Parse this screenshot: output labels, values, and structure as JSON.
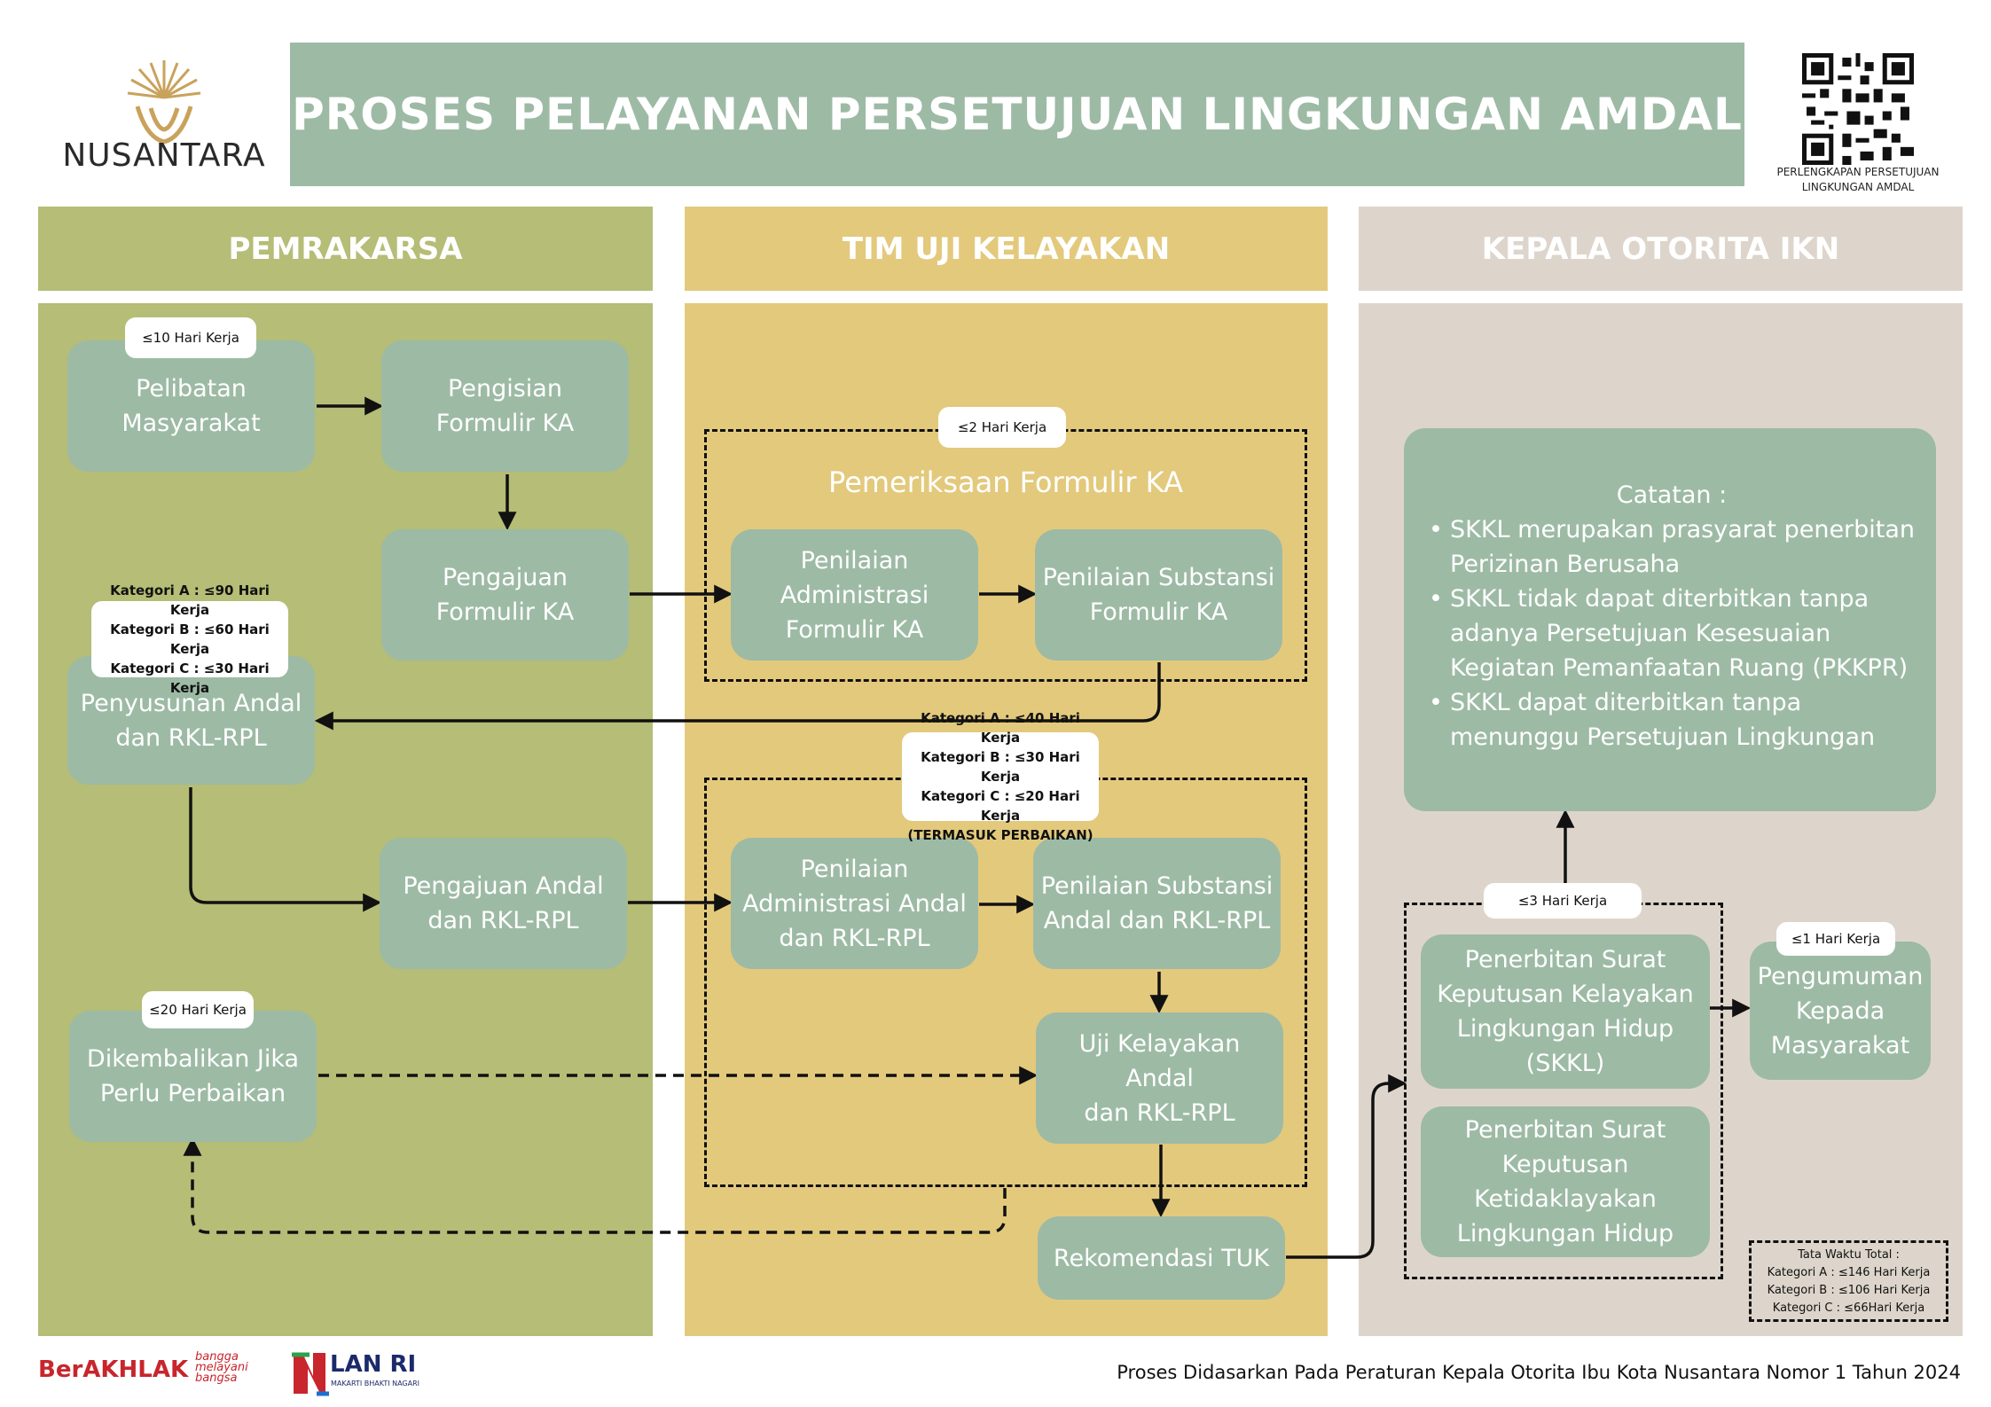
{
  "header": {
    "title": "PROSES PELAYANAN PERSETUJUAN LINGKUNGAN AMDAL",
    "logo_text": "NUSANTARA",
    "qr_caption": "PERLENGKAPAN PERSETUJUAN\nLINGKUNGAN AMDAL"
  },
  "columns": {
    "pemrakarsa": "PEMRAKARSA",
    "tim": "TIM UJI KELAYAKAN",
    "kepala": "KEPALA OTORITA IKN"
  },
  "boxes": {
    "pelibatan": "Pelibatan\nMasyarakat",
    "pengisian": "Pengisian\nFormulir KA",
    "pengajuan_ka": "Pengajuan\nFormulir KA",
    "penyusunan": "Penyusunan Andal\ndan RKL-RPL",
    "pengajuan_andal": "Pengajuan Andal\ndan RKL-RPL",
    "dikembalikan": "Dikembalikan Jika\nPerlu Perbaikan",
    "adm_ka": "Penilaian\nAdministrasi\nFormulir KA",
    "sub_ka": "Penilaian Substansi\nFormulir KA",
    "adm_andal": "Penilaian\nAdministrasi Andal\ndan RKL-RPL",
    "sub_andal": "Penilaian Substansi\nAndal dan RKL-RPL",
    "uji": "Uji Kelayakan Andal\ndan RKL-RPL",
    "rekomendasi": "Rekomendasi TUK",
    "skkl": "Penerbitan Surat\nKeputusan Kelayakan\nLingkungan Hidup\n(SKKL)",
    "ketidak": "Penerbitan Surat\nKeputusan\nKetidaklayakan\nLingkungan Hidup",
    "pengumuman": "Pengumuman\nKepada\nMasyarakat"
  },
  "groups": {
    "pemeriksaan_ka": "Pemeriksaan Formulir KA"
  },
  "tags": {
    "pelibatan": "≤10 Hari Kerja",
    "pemeriksaan": "≤2 Hari Kerja",
    "penyusunan": "Kategori A : ≤90 Hari Kerja\nKategori B : ≤60 Hari Kerja\nKategori C : ≤30 Hari Kerja",
    "penilaian_andal": "Kategori A : ≤40 Hari Kerja\nKategori B : ≤30 Hari Kerja\nKategori C : ≤20 Hari Kerja\n(TERMASUK PERBAIKAN)",
    "dikembalikan": "≤20 Hari Kerja",
    "penerbitan": "≤3 Hari Kerja",
    "pengumuman": "≤1 Hari Kerja"
  },
  "notes": {
    "title": "Catatan :",
    "items": [
      "SKKL merupakan prasyarat penerbitan Perizinan Berusaha",
      "SKKL tidak dapat diterbitkan tanpa adanya Persetujuan Kesesuaian Kegiatan Pemanfaatan Ruang (PKKPR)",
      "SKKL dapat diterbitkan tanpa menunggu Persetujuan Lingkungan"
    ]
  },
  "total": "Tata Waktu Total :\nKategori A : ≤146 Hari Kerja\nKategori B : ≤106 Hari Kerja\nKategori C : ≤66Hari Kerja",
  "footer": {
    "text": "Proses Didasarkan Pada Peraturan Kepala Otorita Ibu Kota Nusantara Nomor 1 Tahun 2024",
    "berakhlak": "BerAKHLAK",
    "berakhlak_tag": "bangga\nmelayani\nbangsa",
    "lan": "LAN RI",
    "lan_sub": "MAKARTI BHAKTI NAGARI"
  },
  "colors": {
    "header_green": "#9dbaa5",
    "col1": "#b5bd76",
    "col2": "#e3c97c",
    "col3": "#ddd5cb",
    "box": "#9dbaa5"
  }
}
